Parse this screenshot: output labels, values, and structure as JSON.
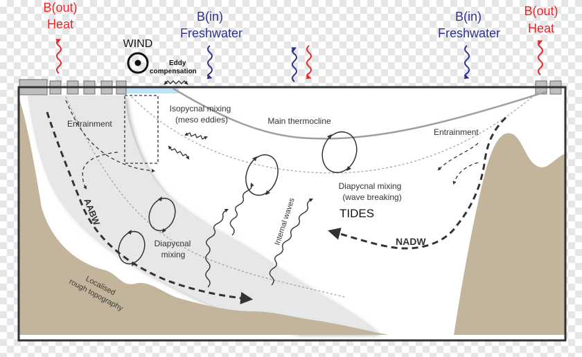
{
  "labels": {
    "bout_left": "B(out)",
    "heat_left": "Heat",
    "bin_left": "B(in)",
    "fresh_left": "Freshwater",
    "bin_right": "B(in)",
    "fresh_right": "Freshwater",
    "bout_right": "B(out)",
    "heat_right": "Heat",
    "wind": "WIND",
    "eddy_1": "Eddy",
    "eddy_2": "compensation",
    "isopycnal_1": "Isopycnal mixing",
    "isopycnal_2": "(meso eddies)",
    "thermocline": "Main thermocline",
    "entrainment_left": "Entrainment",
    "entrainment_right": "Entrainment",
    "diapycnal_wave_1": "Diapycnal mixing",
    "diapycnal_wave_2": "(wave breaking)",
    "tides": "TIDES",
    "internal_waves": "Internal waves",
    "aabw": "AABW",
    "nadw": "NADW",
    "diapycnal_1": "Diapycnal",
    "diapycnal_2": "mixing",
    "rough_1": "Localised",
    "rough_2": "rough topography"
  },
  "colors": {
    "heat": "#e8262b",
    "freshwater": "#2e3192",
    "seafloor": "#c2b59b",
    "bottom_water": "#e6e7e8",
    "ice": "#bfe3f5",
    "arrow": "#333333"
  }
}
